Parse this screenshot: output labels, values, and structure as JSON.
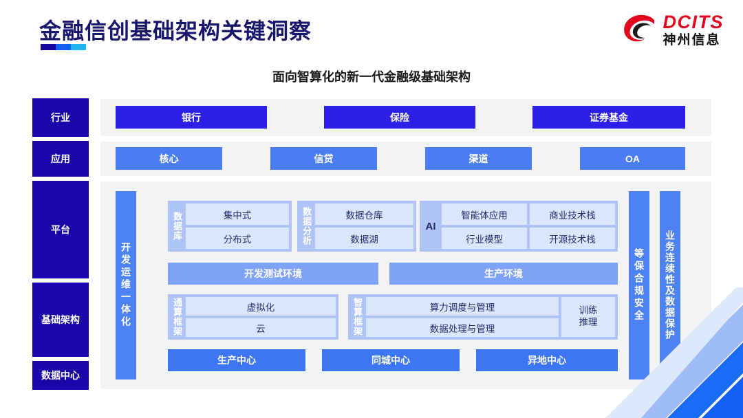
{
  "header": {
    "title": "金融信创基础架构关键洞察",
    "logo": {
      "en": "DCITS",
      "cn": "神州信息",
      "mark": "swoosh-logo-icon"
    }
  },
  "subtitle": "面向智算化的新一代金融级基础架构",
  "tiers": [
    {
      "key": "industry",
      "label": "行业"
    },
    {
      "key": "application",
      "label": "应用"
    },
    {
      "key": "platform",
      "label": "平台"
    },
    {
      "key": "infrastructure",
      "label": "基础架构"
    },
    {
      "key": "datacenter",
      "label": "数据中心"
    }
  ],
  "industry": {
    "items": [
      "银行",
      "保险",
      "证券基金"
    ]
  },
  "application": {
    "items": [
      "核心",
      "信贷",
      "渠道",
      "OA"
    ]
  },
  "side_bars": {
    "left": "开发运维一体化",
    "right_inner": "等保合规安全",
    "right_outer": "业务连续性及数据保护"
  },
  "platform": {
    "database": {
      "label": "数据库",
      "cells": [
        "集中式",
        "分布式"
      ]
    },
    "data_analysis": {
      "label": "数据分析",
      "cells": [
        "数据仓库",
        "数据湖"
      ]
    },
    "ai": {
      "label": "AI",
      "cells": [
        "智能体应用",
        "商业技术栈",
        "行业模型",
        "开源技术栈"
      ]
    },
    "environments": [
      "开发测试环境",
      "生产环境"
    ]
  },
  "infrastructure": {
    "general_compute": {
      "label": "通算框架",
      "cells": [
        "虚拟化",
        "云"
      ]
    },
    "intelligent_compute": {
      "label": "智算框架",
      "cells": [
        "算力调度与管理",
        "数据处理与管理"
      ],
      "side": "训练\n推理"
    }
  },
  "datacenter": {
    "items": [
      "生产中心",
      "同城中心",
      "异地中心"
    ]
  },
  "colors": {
    "title": "#17176b",
    "tier_label_bg": "#1a06a8",
    "industry_chip": "#2b1fe8",
    "application_chip": "#4a7cf3",
    "datacenter_chip": "#3d76f2",
    "vertical_bar": "#4d82f2",
    "group_bg": "#aec4f6",
    "cell_bg": "#dbe5fd",
    "env_bar": "#7ea2f6",
    "panel_bg": "#f2f3f5",
    "logo_red": "#e2071f"
  }
}
